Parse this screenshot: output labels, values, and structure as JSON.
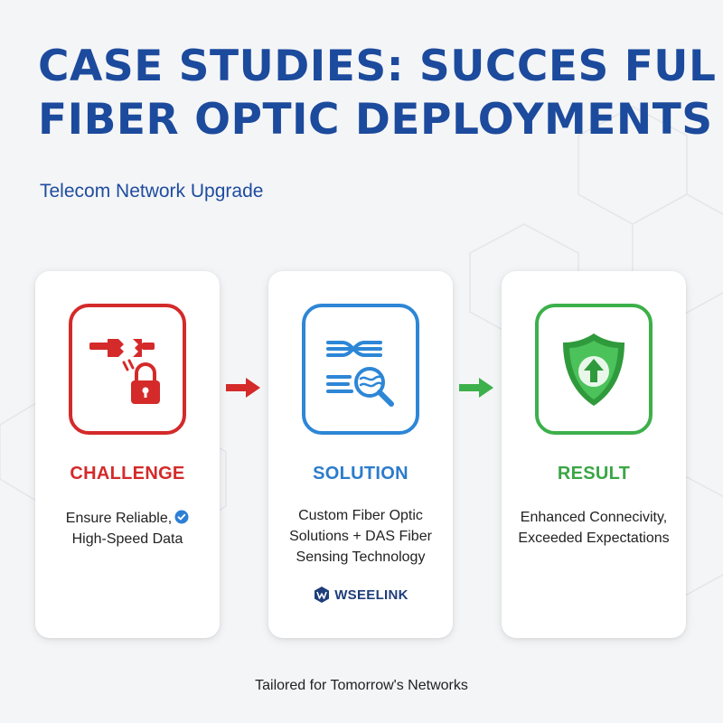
{
  "title": {
    "line1": "CASE STUDIES: SUCCES FUL",
    "line2": "FIBER OPTIC DEPLOYMENTS"
  },
  "subtitle": "Telecom Network Upgrade",
  "colors": {
    "title": "#1c4a9c",
    "challenge": "#d42a2a",
    "solution": "#2d86d6",
    "result": "#3cb04a"
  },
  "cards": [
    {
      "heading": "CHALLENGE",
      "icon": "broken-cable-lock-icon",
      "lines": [
        "Ensure Reliable,",
        "High-Speed Data"
      ],
      "badge_icon": "check-badge-icon"
    },
    {
      "heading": "SOLUTION",
      "icon": "fiber-search-icon",
      "lines": [
        "Custom Fiber Optic",
        "Solutions + DAS Fiber",
        "Sensing Technology"
      ],
      "brand": "WSEELINK",
      "brand_icon": "wseelink-logo-icon"
    },
    {
      "heading": "RESULT",
      "icon": "shield-up-arrow-icon",
      "lines": [
        "Enhanced Connecivity,",
        "Exceeded Expectations"
      ]
    }
  ],
  "footer": "Tailored for Tomorrow's Networks"
}
